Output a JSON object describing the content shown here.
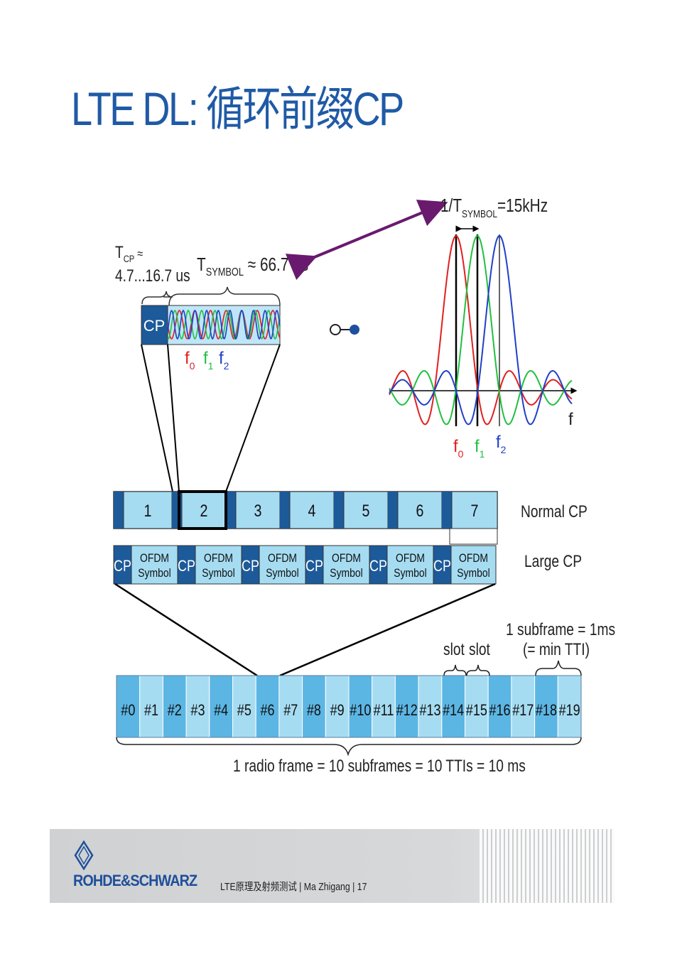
{
  "title": "LTE DL: 循环前缀CP",
  "labels": {
    "tcp_main": "T",
    "tcp_sub": "CP",
    "tcp_approx": " ≈",
    "tcp_range": "4.7...16.7 us",
    "tsym_main": "T",
    "tsym_sub": "SYMBOL",
    "tsym_val": " ≈ 66.7 us",
    "spacing_main": "1/T",
    "spacing_sub": "SYMBOL",
    "spacing_val": "=15kHz",
    "cp_block": "CP",
    "f": "f",
    "f0": "0",
    "f1": "1",
    "f2": "2",
    "normal_cp": "Normal CP",
    "large_cp": "Large CP",
    "cp_short": "CP",
    "ofdm_line1": "OFDM",
    "ofdm_line2": "Symbol",
    "subframe_line1": "1 subframe = 1ms",
    "subframe_line2": "(= min TTI)",
    "slot1": "slot",
    "slot2": "slot",
    "radio_frame": "1 radio frame = 10 subframes = 10 TTIs = 10 ms"
  },
  "normal_cp_symbols": [
    "1",
    "2",
    "3",
    "4",
    "5",
    "6",
    "7"
  ],
  "subframes": [
    "#0",
    "#1",
    "#2",
    "#3",
    "#4",
    "#5",
    "#6",
    "#7",
    "#8",
    "#9",
    "#10",
    "#11",
    "#12",
    "#13",
    "#14",
    "#15",
    "#16",
    "#17",
    "#18",
    "#19"
  ],
  "footer": {
    "logo": "ROHDE&SCHWARZ",
    "text": "LTE原理及射频测试 | Ma Zhigang | 17"
  },
  "colors": {
    "title": "#1f5aa6",
    "cp_dark": "#1c5a9a",
    "cell_light": "#a6dcf2",
    "cell_mid": "#5cb6e4",
    "arrow": "#6a1a6e",
    "red": "#e02020",
    "green": "#20c040",
    "blue": "#2040c8"
  }
}
